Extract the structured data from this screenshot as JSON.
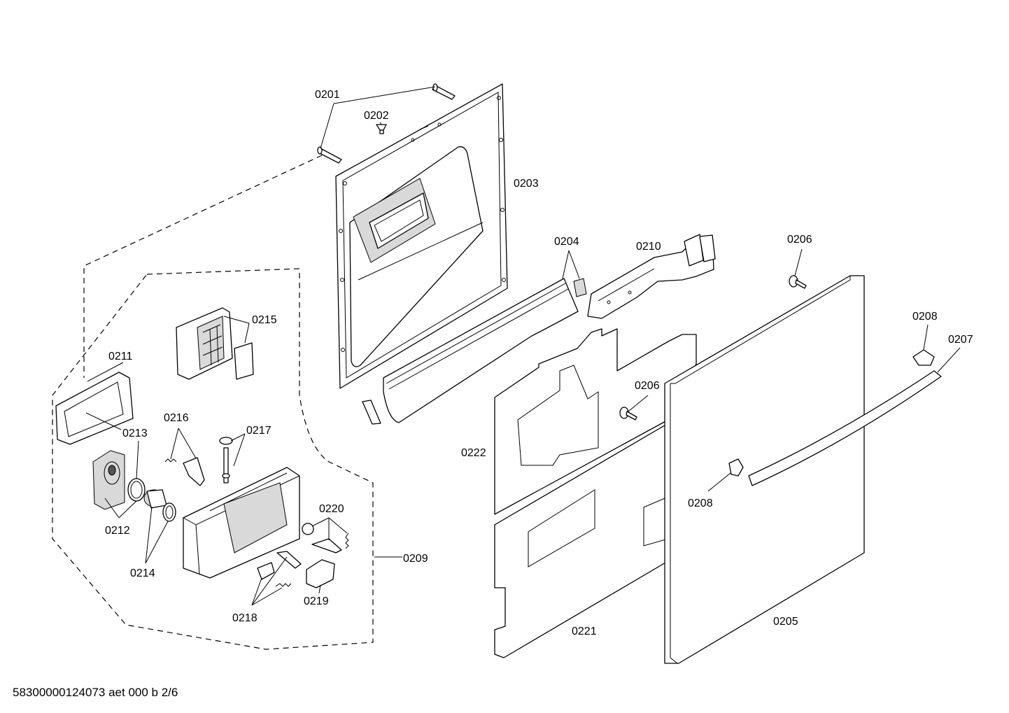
{
  "labels": {
    "p0201": "0201",
    "p0202": "0202",
    "p0203": "0203",
    "p0204": "0204",
    "p0205": "0205",
    "p0206a": "0206",
    "p0206b": "0206",
    "p0207": "0207",
    "p0208a": "0208",
    "p0208b": "0208",
    "p0209": "0209",
    "p0210": "0210",
    "p0211": "0211",
    "p0212": "0212",
    "p0213": "0213",
    "p0214": "0214",
    "p0215": "0215",
    "p0216": "0216",
    "p0217": "0217",
    "p0218": "0218",
    "p0219": "0219",
    "p0220": "0220",
    "p0221": "0221",
    "p0222": "0222"
  },
  "footer": {
    "document_code": "58300000124073 aet 000 b 2/6"
  }
}
